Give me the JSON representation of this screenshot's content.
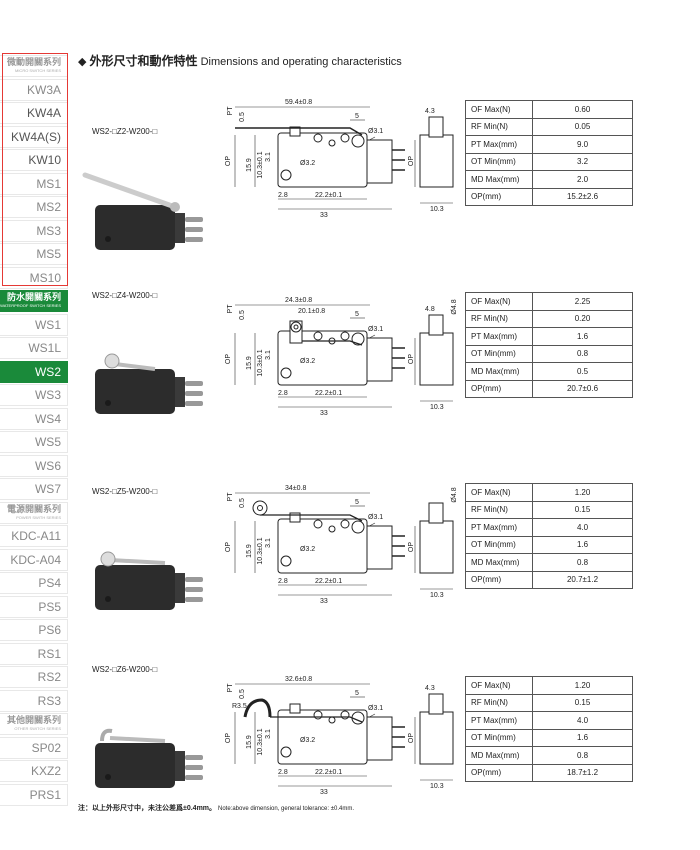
{
  "sidebar": {
    "groups": [
      {
        "zh": "微動開關系列",
        "en": "MICRO SWITCH SERIES",
        "highlight": false,
        "items": [
          "KW3A",
          "KW4A",
          "KW4A(S)",
          "KW10",
          "MS1",
          "MS2",
          "MS3",
          "MS5",
          "MS10"
        ]
      },
      {
        "zh": "防水開關系列",
        "en": "WATERPROOF SWITCH SERIES",
        "highlight": true,
        "items": [
          "WS1",
          "WS1L",
          "WS2",
          "WS3",
          "WS4",
          "WS5",
          "WS6",
          "WS7"
        ]
      },
      {
        "zh": "電源開關系列",
        "en": "POWER SWITH SERIES",
        "highlight": false,
        "items": [
          "KDC-A11",
          "KDC-A04",
          "PS4",
          "PS5",
          "PS6",
          "RS1",
          "RS2",
          "RS3"
        ]
      },
      {
        "zh": "其他開關系列",
        "en": "OTHER SWITCH SERIES",
        "highlight": false,
        "items": [
          "SP02",
          "KXZ2",
          "PRS1"
        ]
      }
    ],
    "active_item": "WS2",
    "accent": "#1a8a3a"
  },
  "header": {
    "title_zh": "外形尺寸和動作特性",
    "title_en": "Dimensions and operating characteristics",
    "bullet": "◆"
  },
  "labels": [
    "OF Max(N)",
    "RF Min(N)",
    "PT Max(mm)",
    "OT Min(mm)",
    "MD Max(mm)",
    "OP(mm)"
  ],
  "sections": [
    {
      "model": "WS2-□Z2-W200-□",
      "values": [
        "0.60",
        "0.05",
        "9.0",
        "3.2",
        "2.0",
        "15.2±2.6"
      ],
      "dims": {
        "top1": "59.4±0.8",
        "top2": "",
        "side_top": "4.3",
        "side_dia": "",
        "radius": ""
      }
    },
    {
      "model": "WS2-□Z4-W200-□",
      "values": [
        "2.25",
        "0.20",
        "1.6",
        "0.8",
        "0.5",
        "20.7±0.6"
      ],
      "dims": {
        "top1": "24.3±0.8",
        "top2": "20.1±0.8",
        "side_top": "4.8",
        "side_dia": "Ø4.8",
        "radius": ""
      }
    },
    {
      "model": "WS2-□Z5-W200-□",
      "values": [
        "1.20",
        "0.15",
        "4.0",
        "1.6",
        "0.8",
        "20.7±1.2"
      ],
      "dims": {
        "top1": "34±0.8",
        "top2": "",
        "side_top": "",
        "side_dia": "Ø4.8",
        "radius": ""
      }
    },
    {
      "model": "WS2-□Z6-W200-□",
      "values": [
        "1.20",
        "0.15",
        "4.0",
        "1.6",
        "0.8",
        "18.7±1.2"
      ],
      "dims": {
        "top1": "32.6±0.8",
        "top2": "",
        "side_top": "4.3",
        "side_dia": "",
        "radius": "R3.5"
      }
    }
  ],
  "common_dims": {
    "pt": "PT",
    "half": "0.5",
    "five": "5",
    "hole1": "Ø3.1",
    "hole2": "Ø3.2",
    "op": "OP",
    "h1": "15.9",
    "h2": "10.3±0.1",
    "h3": "3.1",
    "b1": "2.8",
    "b2": "22.2±0.1",
    "b3": "33",
    "side_w": "10.3"
  },
  "note": {
    "zh": "注：以上外形尺寸中，未注公差爲±0.4mm。",
    "en": "Note:above dimension, general tolerance: ±0.4mm."
  }
}
